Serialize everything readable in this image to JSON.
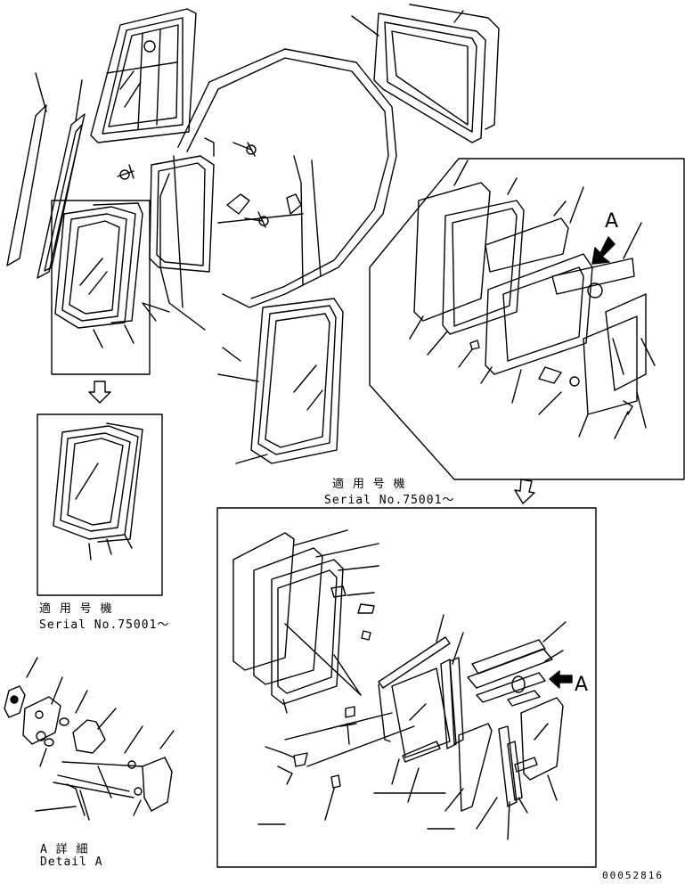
{
  "main_note": {
    "jp": "適 用 号 機",
    "serial": "Serial No.75001〜"
  },
  "left_note": {
    "jp": "適 用 号 機",
    "serial": "Serial No.75001〜"
  },
  "detail_note": {
    "jp": "A 詳 細",
    "en": "Detail A"
  },
  "callouts": {
    "upper_a": "A",
    "lower_a": "A"
  },
  "drawing_number": "00052816"
}
